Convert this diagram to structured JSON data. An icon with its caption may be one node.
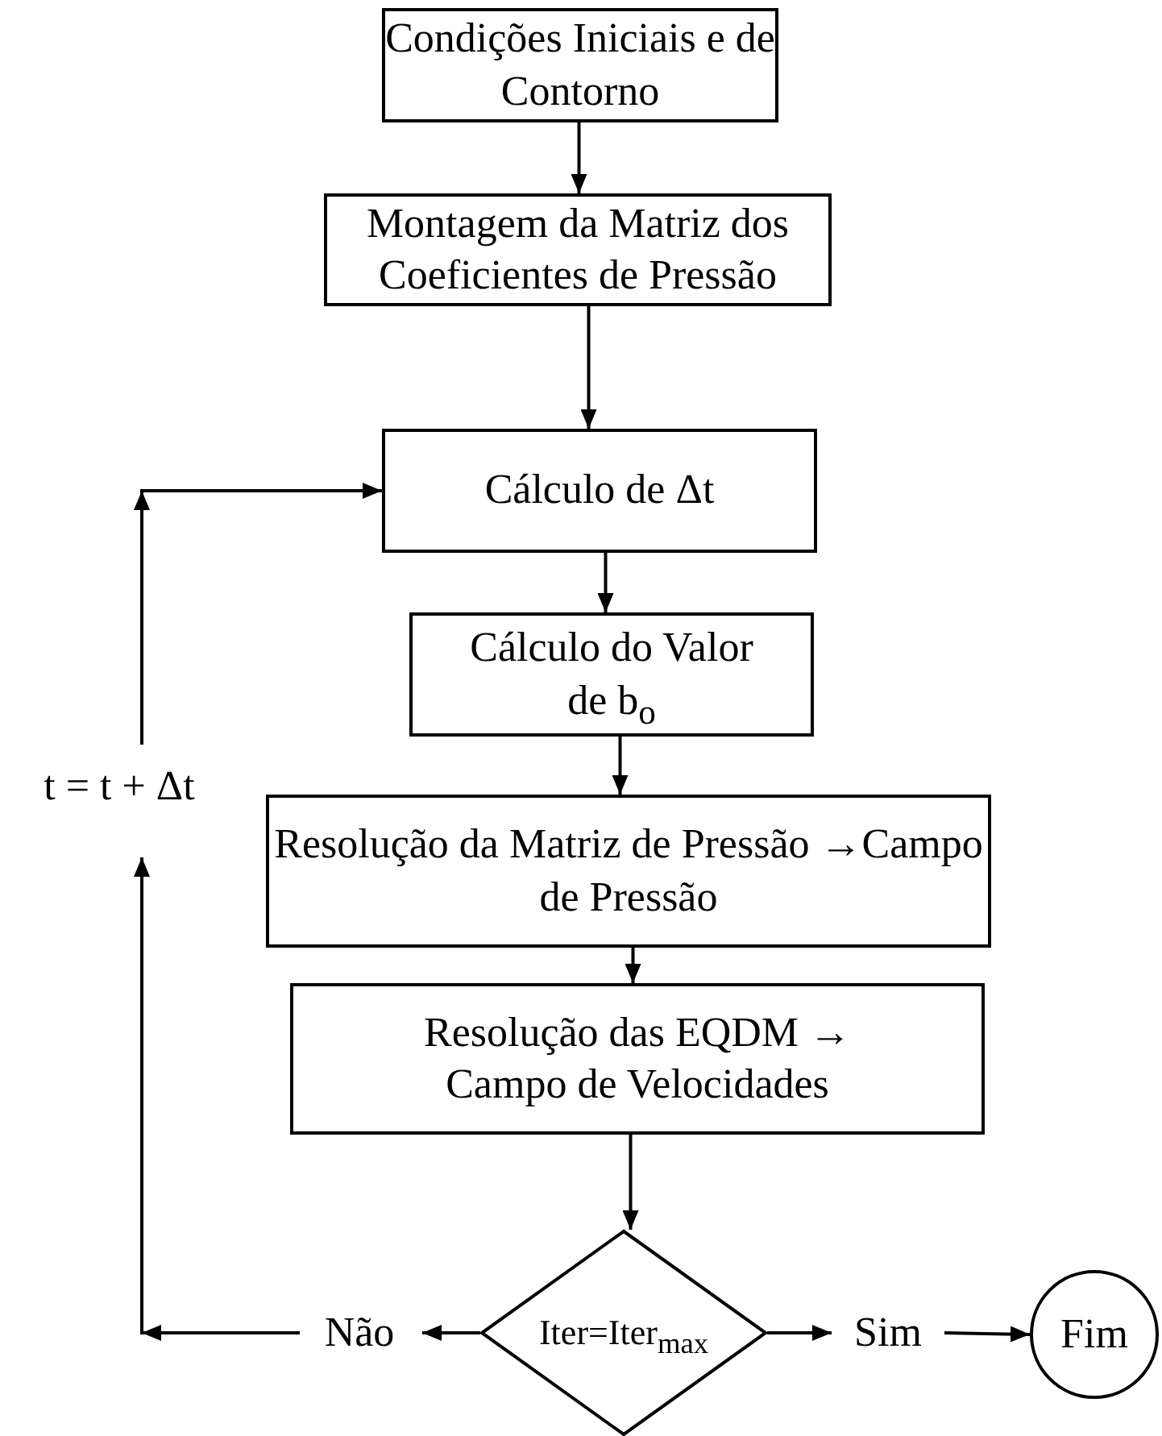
{
  "diagram": {
    "nodes": [
      {
        "text": [
          "Condições Iniciais e de Contorno"
        ]
      },
      {
        "text": [
          "Montagem da Matriz dos Coeficientes de Pressão"
        ]
      },
      {
        "text": [
          "Cálculo de Δt"
        ]
      },
      {
        "text": [
          "Cálculo do Valor de b$_{o}$"
        ]
      },
      {
        "text": [
          "Resolução da Matriz de Pressão →Campo de Pressão"
        ]
      },
      {
        "text": [
          "Resolução das EQDM → Campo de Velocidades"
        ]
      },
      {
        "text": [
          "Iter=Iter$_{max}$"
        ]
      },
      {
        "text": [
          "Não"
        ]
      },
      {
        "text": [
          "Sim"
        ]
      },
      {
        "text": [
          "Fim"
        ]
      },
      {
        "text": [
          "t = t + Δt"
        ]
      }
    ],
    "edges": [
      {
        "from": 0,
        "to": 1,
        "arrow": "to"
      },
      {
        "from": 1,
        "to": 2,
        "arrow": "to"
      },
      {
        "from": 2,
        "to": 3,
        "arrow": "to"
      },
      {
        "from": 3,
        "to": 4,
        "arrow": "to"
      },
      {
        "from": 4,
        "to": 5,
        "arrow": "to"
      },
      {
        "from": 5,
        "to": 6,
        "arrow": "to"
      },
      {
        "from": 6,
        "to": 7,
        "arrow": "to"
      },
      {
        "from": 6,
        "to": 8,
        "arrow": "to"
      },
      {
        "from": 8,
        "to": 9,
        "arrow": "to"
      },
      {
        "from": 7,
        "to": 10,
        "arrow": "to"
      },
      {
        "from": 10,
        "to": 2,
        "arrow": "to"
      }
    ]
  }
}
